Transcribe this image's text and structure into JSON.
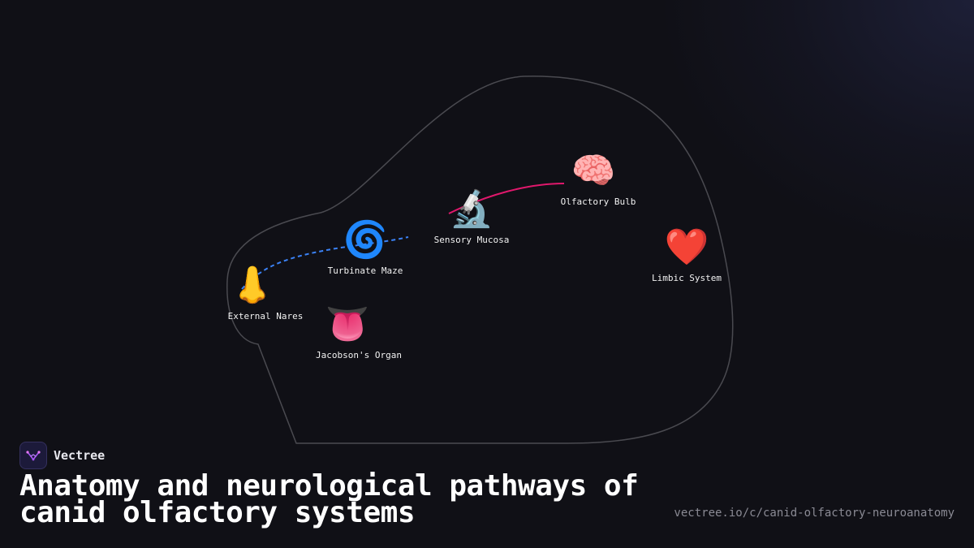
{
  "brand": {
    "name": "Vectree"
  },
  "title": "Anatomy and neurological pathways of canid olfactory systems",
  "url": "vectree.io/c/canid-olfactory-neuroanatomy",
  "colors": {
    "background": "#101016",
    "outline": "#4a4a50",
    "airflow_path": "#3b82f6",
    "neural_path": "#e0186c"
  },
  "nodes": [
    {
      "id": "external-nares",
      "label": "External Nares",
      "icon": "nose-icon",
      "emoji": "👃"
    },
    {
      "id": "turbinate-maze",
      "label": "Turbinate Maze",
      "icon": "cyclone-icon",
      "emoji": "🌀"
    },
    {
      "id": "sensory-mucosa",
      "label": "Sensory Mucosa",
      "icon": "microscope-icon",
      "emoji": "🔬"
    },
    {
      "id": "olfactory-bulb",
      "label": "Olfactory Bulb",
      "icon": "brain-icon",
      "emoji": "🧠"
    },
    {
      "id": "limbic-system",
      "label": "Limbic System",
      "icon": "heart-icon",
      "emoji": "❤️"
    },
    {
      "id": "jacobsons-organ",
      "label": "Jacobson's Organ",
      "icon": "tongue-icon",
      "emoji": "👅"
    }
  ]
}
